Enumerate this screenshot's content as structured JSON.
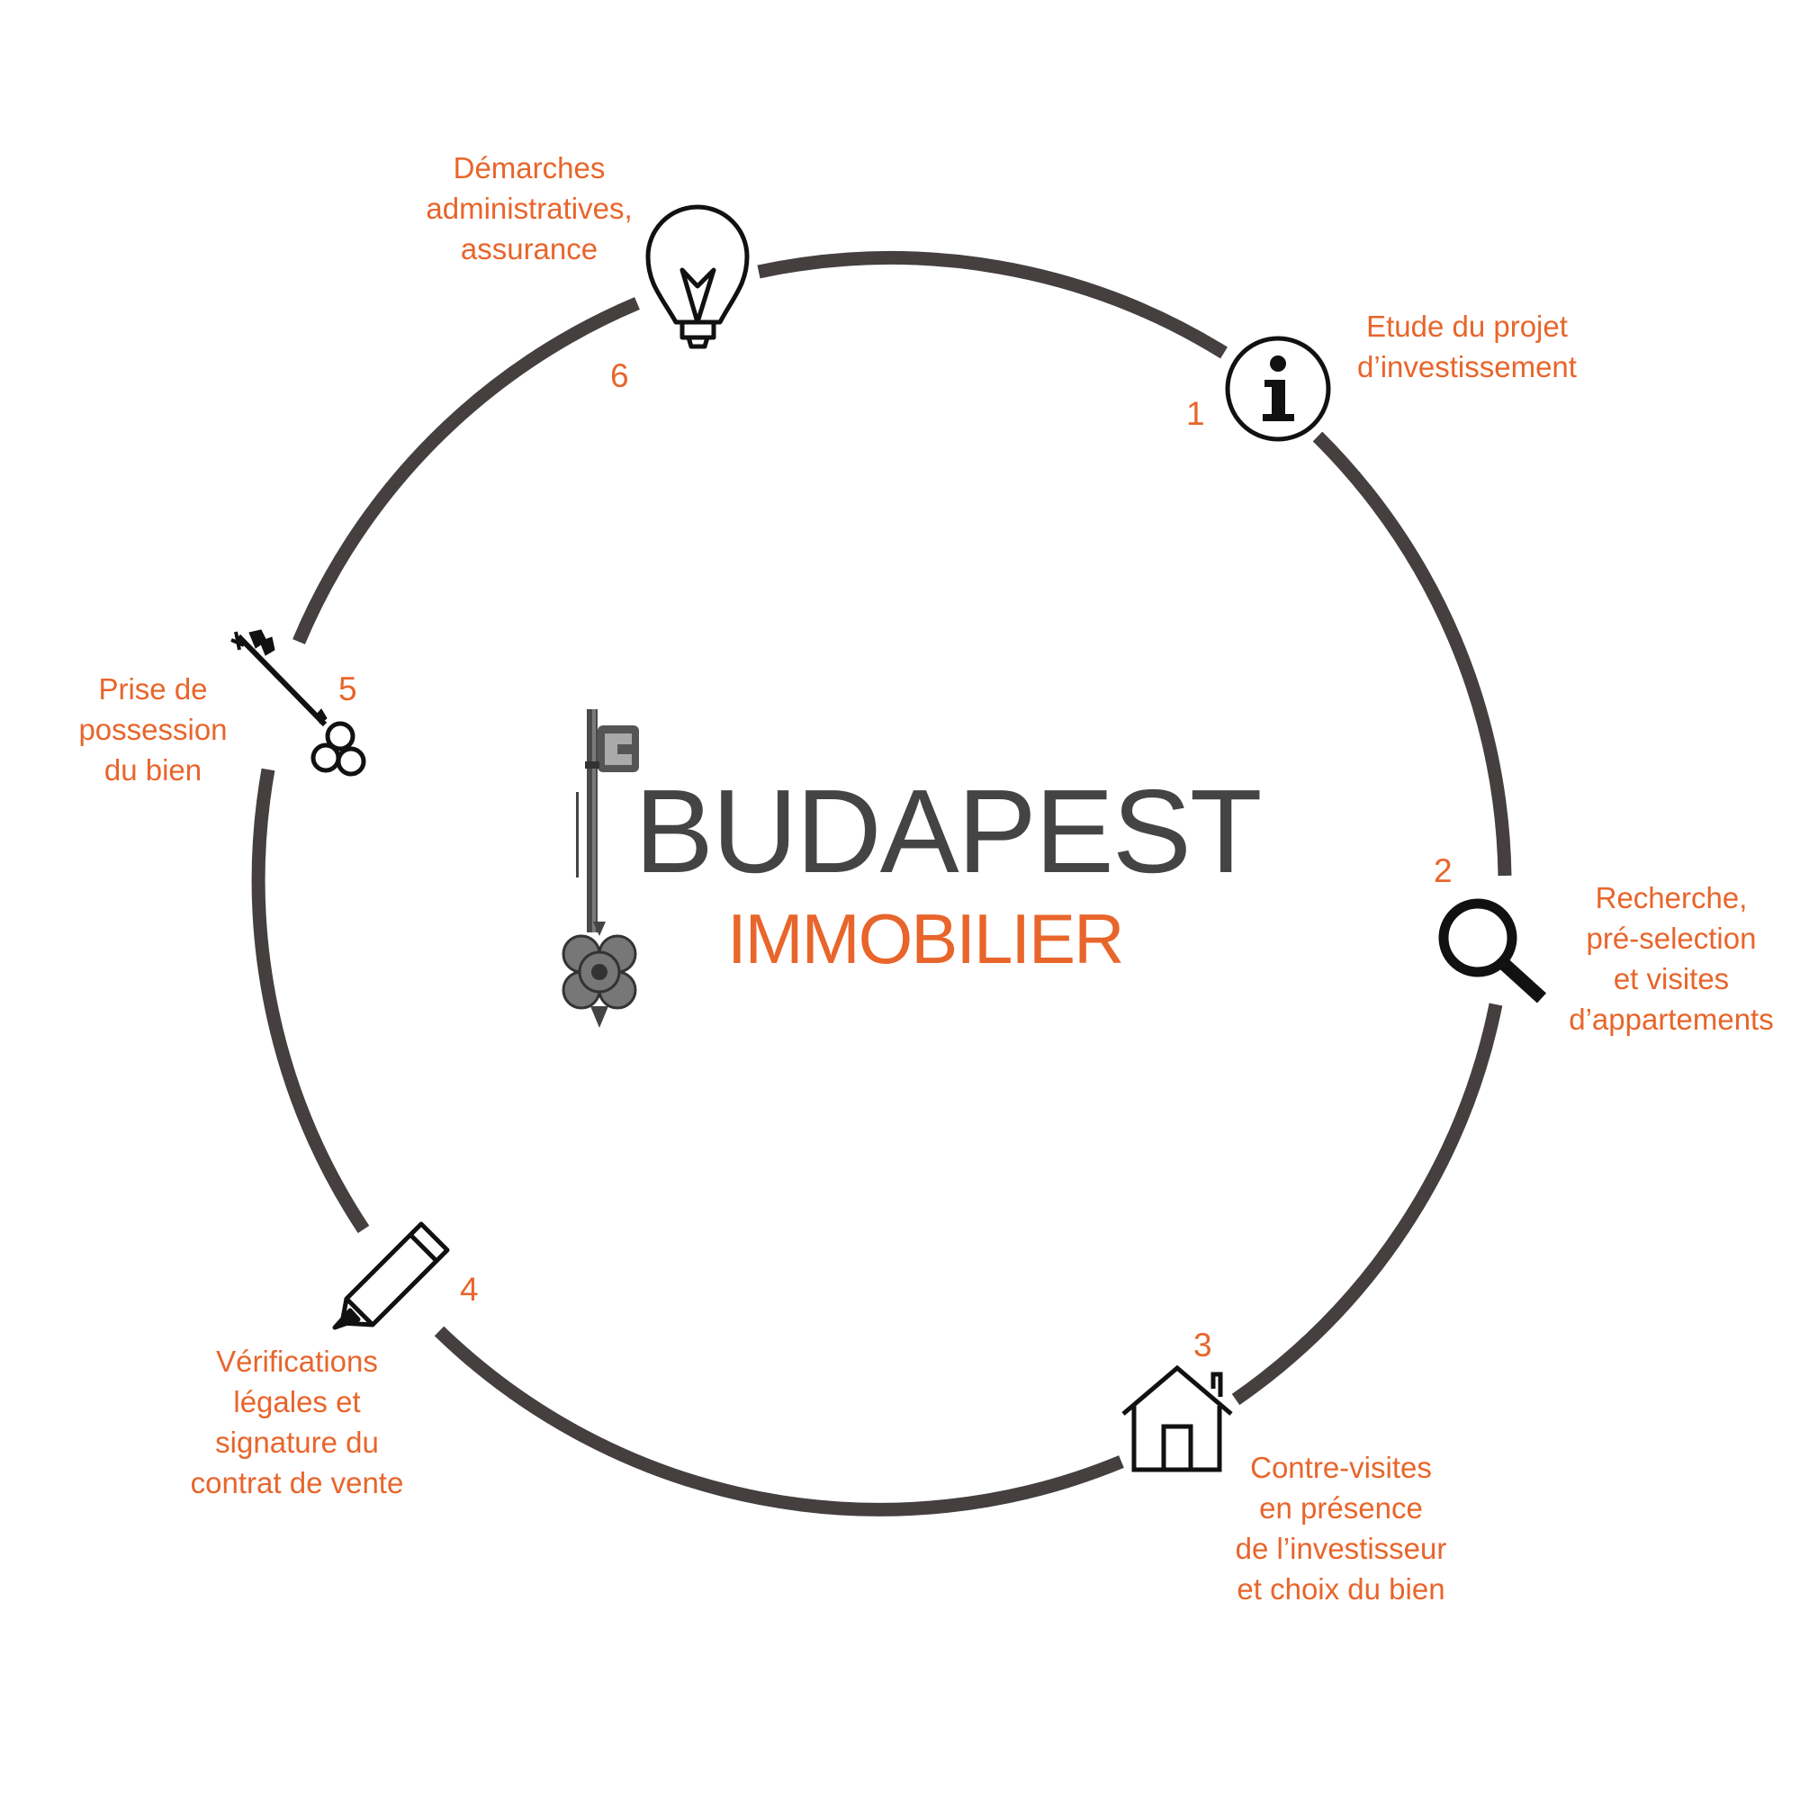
{
  "brand": {
    "name": "BUDAPEST",
    "subtitle": "IMMOBILIER"
  },
  "steps": [
    {
      "number": "1",
      "label": "Etude du projet\nd’investissement",
      "icon": "info-icon"
    },
    {
      "number": "2",
      "label": "Recherche,\npré-selection\net visites\nd’appartements",
      "icon": "magnifier-icon"
    },
    {
      "number": "3",
      "label": "Contre-visites\nen présence\nde l’investisseur\net choix du bien",
      "icon": "house-icon"
    },
    {
      "number": "4",
      "label": "Vérifications\nlégales et\nsignature du\ncontrat de vente",
      "icon": "pencil-icon"
    },
    {
      "number": "5",
      "label": "Prise de\npossession\ndu bien",
      "icon": "key-icon"
    },
    {
      "number": "6",
      "label": "Démarches\nadministratives,\nassurance",
      "icon": "lightbulb-icon"
    }
  ],
  "colors": {
    "accent": "#e8652b",
    "ring": "#453f3f",
    "brand_text": "#444444",
    "icon": "#111111"
  }
}
